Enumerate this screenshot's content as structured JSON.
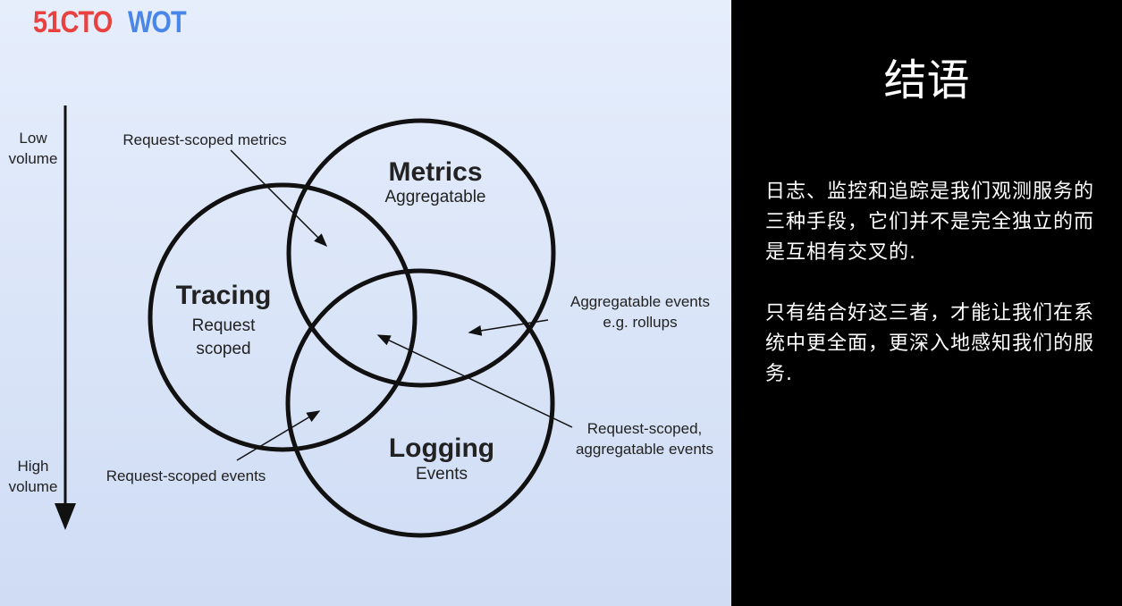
{
  "logo": {
    "brand1": "51CTO",
    "brand2": "WOT"
  },
  "diagram": {
    "axis": {
      "top": [
        "Low",
        "volume"
      ],
      "bottom": [
        "High",
        "volume"
      ]
    },
    "metrics": {
      "title": "Metrics",
      "subtitle": "Aggregatable"
    },
    "tracing": {
      "title": "Tracing",
      "subtitle": [
        "Request",
        "scoped"
      ]
    },
    "logging": {
      "title": "Logging",
      "subtitle": "Events"
    },
    "annotations": {
      "request_scoped_metrics": "Request-scoped metrics",
      "aggregatable_events": [
        "Aggregatable events",
        "e.g. rollups"
      ],
      "request_scoped_aggregatable": [
        "Request-scoped,",
        "aggregatable events"
      ],
      "request_scoped_events": "Request-scoped events"
    }
  },
  "panel": {
    "title": "结语",
    "paragraph1": "日志、监控和追踪是我们观测服务的三种手段，它们并不是完全独立的而是互相有交叉的.",
    "paragraph2": "只有结合好这三者，才能让我们在系统中更全面，更深入地感知我们的服务."
  }
}
